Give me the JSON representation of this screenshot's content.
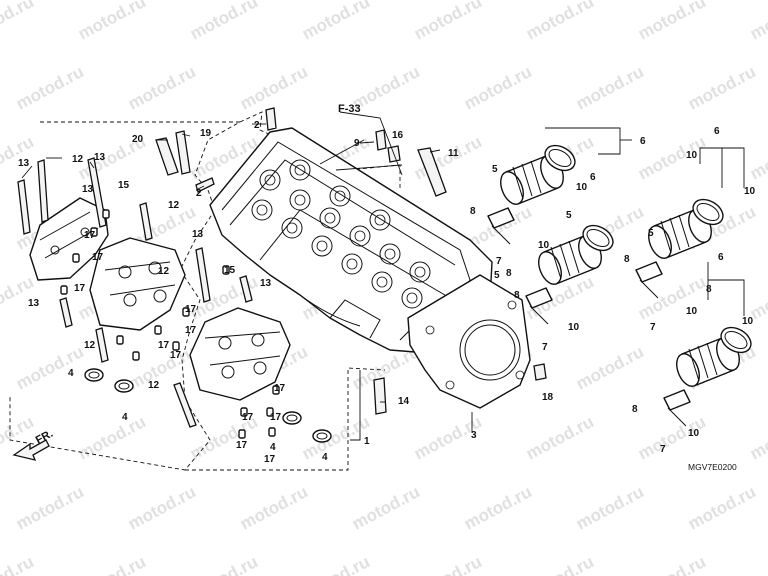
{
  "watermark_text": "motod.ru",
  "reference_label": "F-33",
  "front_label": "FR.",
  "diagram_code": "MGV7E0200",
  "callouts": [
    "1",
    "2",
    "2",
    "3",
    "4",
    "4",
    "4",
    "4",
    "5",
    "5",
    "5",
    "5",
    "6",
    "6",
    "6",
    "6",
    "7",
    "7",
    "7",
    "7",
    "8",
    "8",
    "8",
    "8",
    "8",
    "8",
    "9",
    "10",
    "10",
    "10",
    "10",
    "10",
    "10",
    "10",
    "10",
    "11",
    "12",
    "12",
    "12",
    "12",
    "12",
    "13",
    "13",
    "13",
    "13",
    "13",
    "13",
    "14",
    "15",
    "15",
    "16",
    "17",
    "17",
    "17",
    "17",
    "17",
    "17",
    "17",
    "17",
    "17",
    "17",
    "17",
    "17",
    "18",
    "19",
    "20"
  ]
}
